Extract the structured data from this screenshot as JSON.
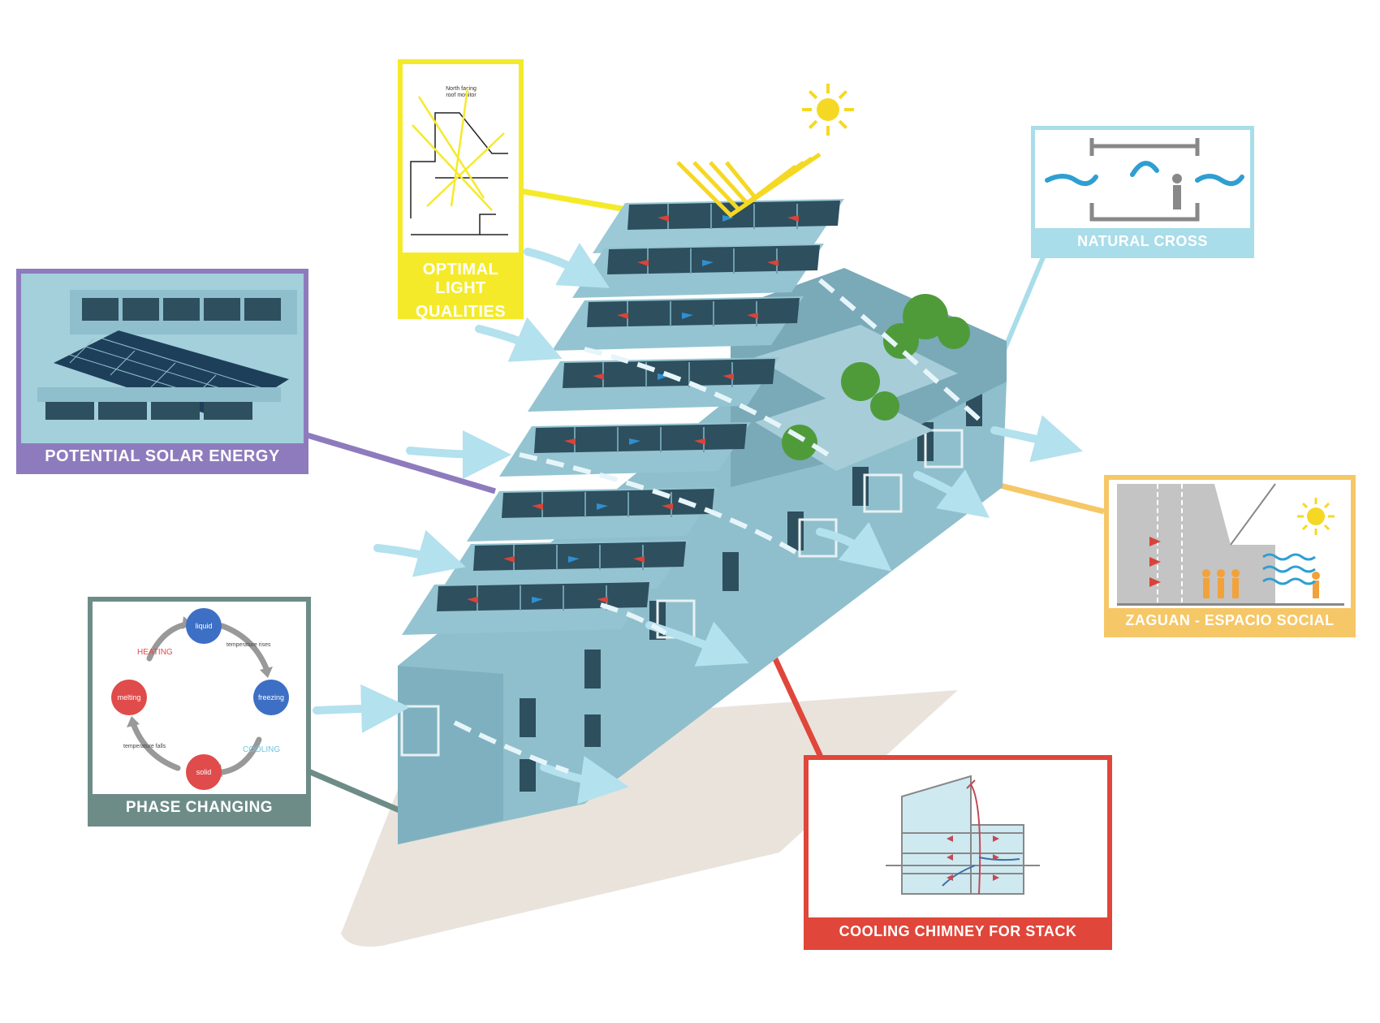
{
  "panels": {
    "light": {
      "title_line1": "OPTIMAL LIGHT",
      "title_line2": "QUALITIES",
      "annotation_line1": "North facing",
      "annotation_line2": "roof monitor",
      "color": "#f5ea2a"
    },
    "solar": {
      "title": "POTENTIAL SOLAR ENERGY",
      "color": "#8e7bbd"
    },
    "cross": {
      "title": "NATURAL CROSS VENTILATION",
      "color": "#a8dde9"
    },
    "zaguan": {
      "title": "ZAGUAN - ESPACIO SOCIAL",
      "color": "#f6c766"
    },
    "pcm": {
      "title": "PHASE CHANGING MATERIALS",
      "color": "#6d8c88",
      "states": {
        "liquid": "liquid",
        "solid": "solid",
        "melting": "melting",
        "freezing": "freezing"
      },
      "arrows": {
        "heating": "HEATING",
        "cooling": "COOLING",
        "temp_rises": "temperature rises",
        "temp_falls": "temperature falls"
      }
    },
    "chimney": {
      "title": "COOLING CHIMNEY FOR STACK VENTILATION",
      "color": "#e0463a"
    }
  },
  "colors": {
    "building": "#8fbfcc",
    "building_dark": "#6f9fae",
    "window": "#2e4f5e",
    "airflow": "#b3e1ee",
    "warm_arrow": "#d8443a",
    "cool_arrow": "#2f8fd1",
    "sun": "#f5d824"
  }
}
